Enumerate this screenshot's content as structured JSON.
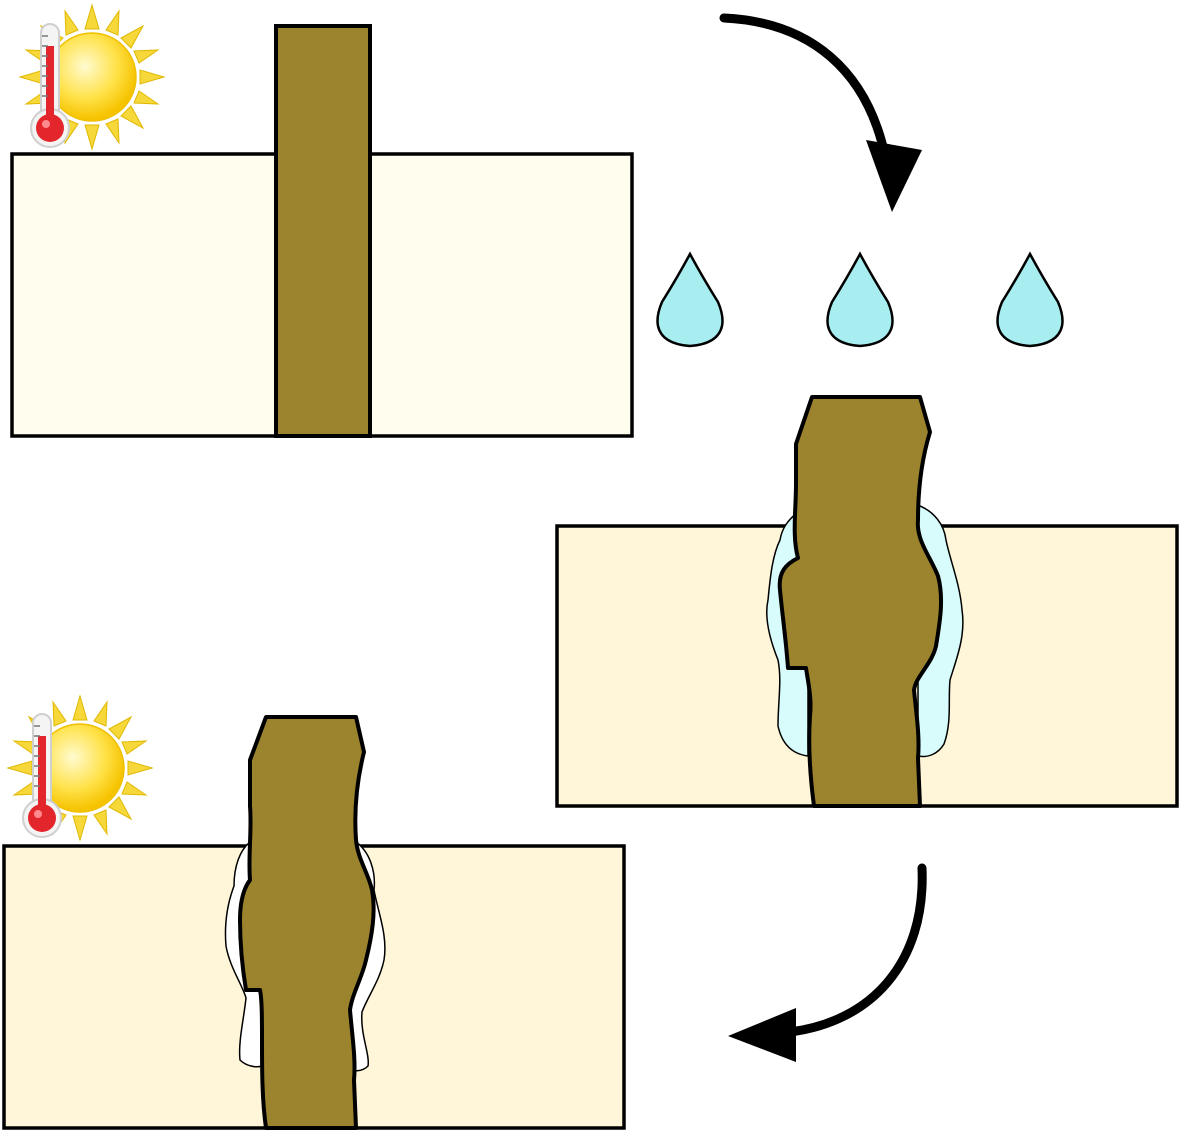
{
  "diagram": {
    "stages": [
      {
        "name": "dry-warm",
        "condition": "warm",
        "material_color": "#fffdee",
        "stake_color": "#9c832d"
      },
      {
        "name": "wet",
        "condition": "wet",
        "material_color": "#fff5d8",
        "stake_color": "#9c832d",
        "water_color": "#d8fbfb"
      },
      {
        "name": "dry-warm-after",
        "condition": "warm",
        "material_color": "#fff5d8",
        "stake_color": "#9c832d",
        "gap_color": "#ffffff"
      }
    ],
    "icons": [
      "thermometer-icon",
      "sun-icon",
      "water-drop-icon",
      "arrow-icon"
    ],
    "colors": {
      "outline": "#000000",
      "drop": "#a8eef0",
      "sun": "#ffd21a",
      "sun_ray": "#f6d83a",
      "thermo_red": "#e3262c"
    }
  }
}
